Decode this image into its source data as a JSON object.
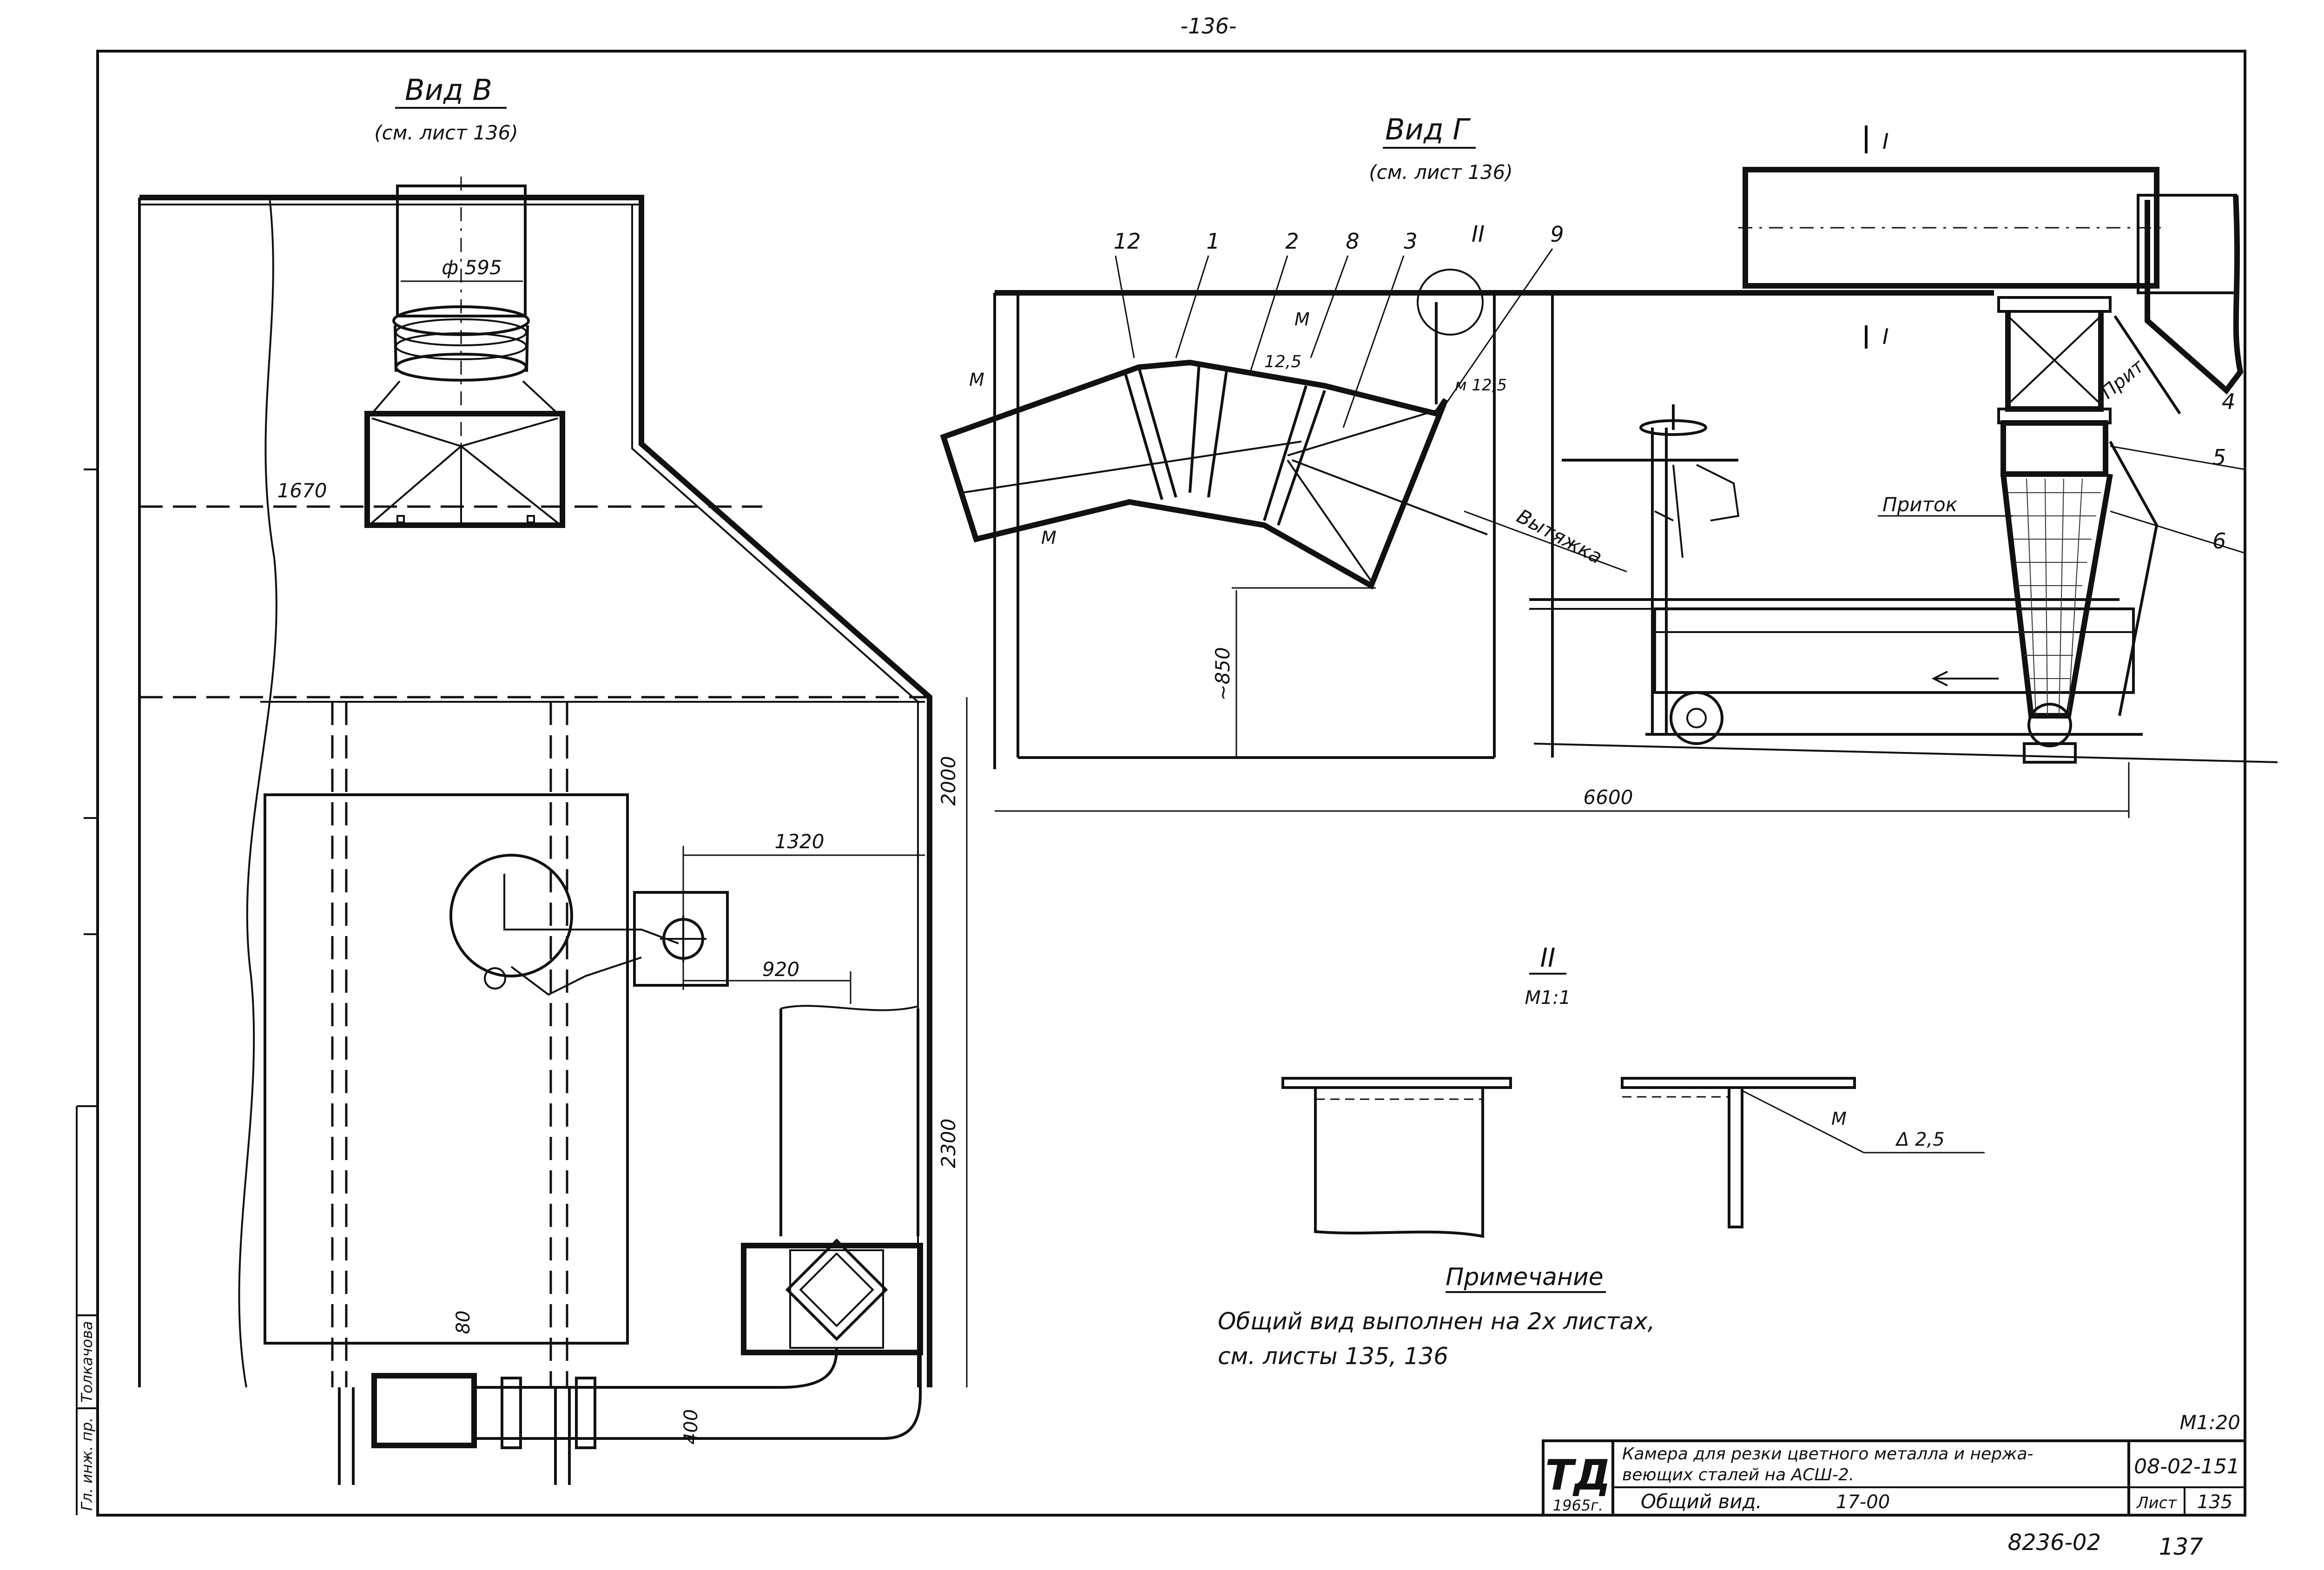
{
  "page_number": "-136-",
  "view_b": {
    "title": "Вид В",
    "ref": "(см. лист 136)",
    "dim_diameter": "ф 595",
    "dim_1670": "1670",
    "dim_2000": "2000",
    "dim_1320": "1320",
    "dim_920": "920",
    "dim_2300": "2300",
    "dim_80": "80",
    "dim_400": "400"
  },
  "view_g": {
    "title": "Вид Г",
    "ref": "(см. лист 136)",
    "section_mark": "I",
    "callouts": [
      "12",
      "1",
      "2",
      "8",
      "3",
      "II",
      "9",
      "4",
      "5",
      "6"
    ],
    "weld_m": "М",
    "weld_125": "12,5",
    "weld_m125": "м 12,5",
    "label_exhaust": "Вытяжка",
    "label_supply": "Приток",
    "label_supply_partial": "Прит",
    "dim_850": "~850",
    "dim_6600": "6600"
  },
  "detail_ii": {
    "title": "II",
    "scale": "М1:1",
    "weld_m": "М",
    "weld_size": "Δ 2,5"
  },
  "note": {
    "heading": "Примечание",
    "line1": "Общий вид выполнен на 2х листах,",
    "line2": "см. листы 135, 136"
  },
  "title_block": {
    "logo": "ТД",
    "year": "1965г.",
    "title_line1": "Камера для резки цветного металла и нержа-",
    "title_line2": "веющих сталей на АСШ-2.",
    "subtitle": "Общий вид.",
    "code_mid": "17-00",
    "doc_number": "08-02-151",
    "sheet_label": "Лист",
    "sheet_number": "135",
    "scale": "М1:20"
  },
  "side_stamp": {
    "role": "Гл. инж. пр.",
    "name": "Толкачова"
  },
  "bottom_number": "8236-02",
  "bottom_page": "137"
}
